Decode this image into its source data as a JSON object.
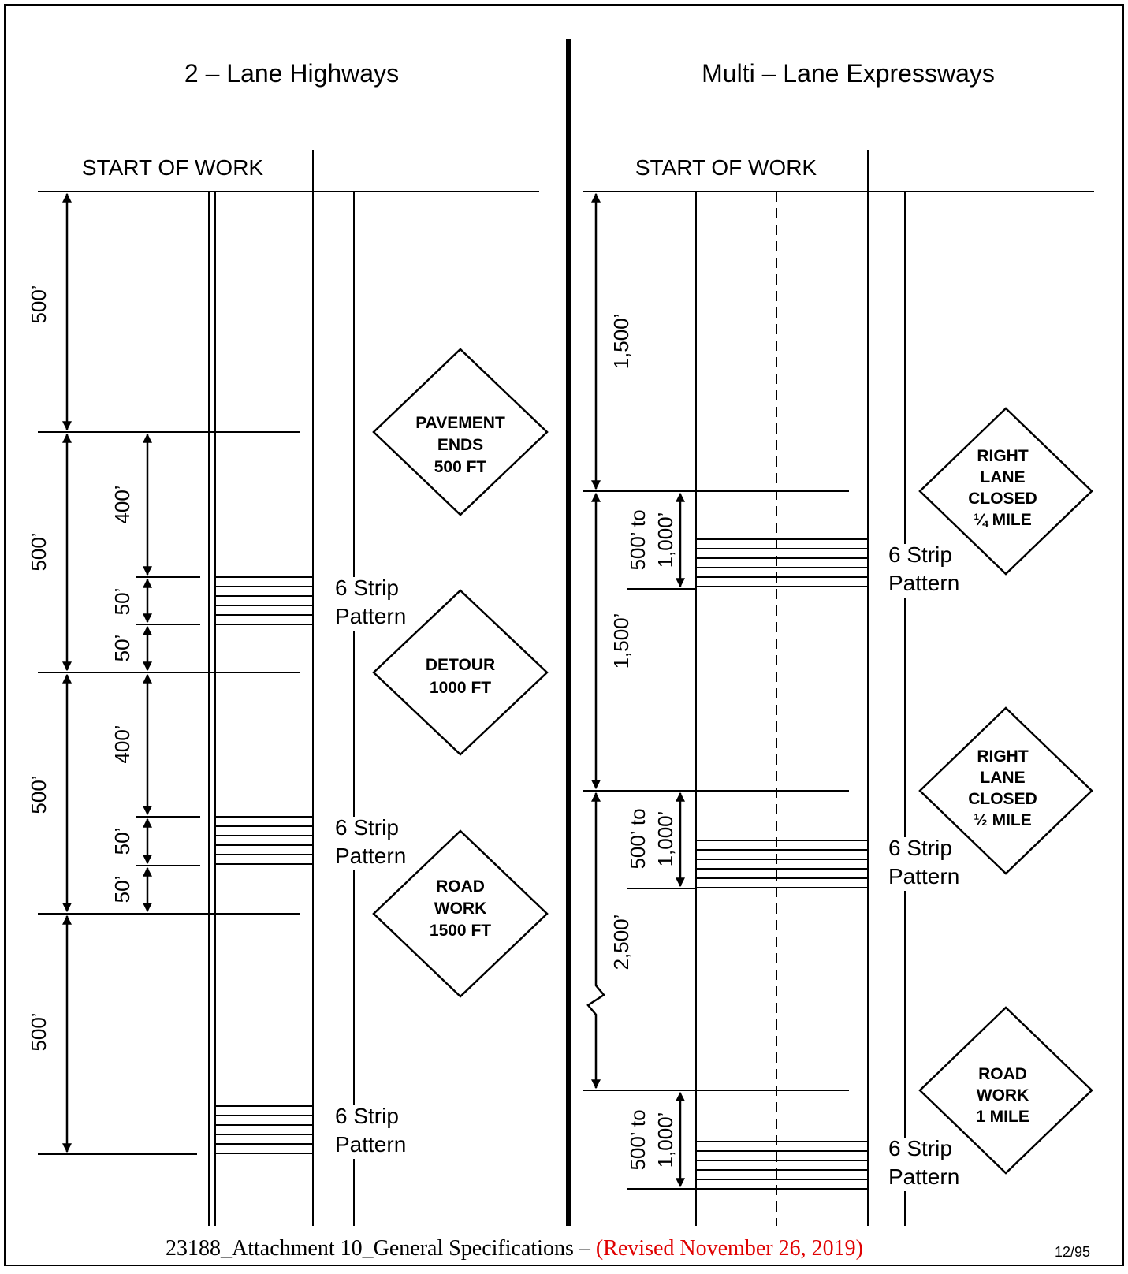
{
  "left_panel": {
    "title": "2 – Lane Highways",
    "start_label": "START OF WORK",
    "spacing": [
      "500’",
      "500’",
      "500’",
      "500’"
    ],
    "gaps": [
      "400’",
      "50’",
      "50’",
      "400’",
      "50’",
      "50’"
    ],
    "strip_labels": [
      {
        "line1": "6 Strip",
        "line2": "Pattern"
      },
      {
        "line1": "6 Strip",
        "line2": "Pattern"
      },
      {
        "line1": "6 Strip",
        "line2": "Pattern"
      }
    ],
    "signs": [
      {
        "lines": [
          "PAVEMENT",
          "ENDS",
          "500 FT"
        ]
      },
      {
        "lines": [
          "DETOUR",
          "1000 FT"
        ]
      },
      {
        "lines": [
          "ROAD",
          "WORK",
          "1500 FT"
        ]
      }
    ]
  },
  "right_panel": {
    "title": "Multi  – Lane Expressways",
    "start_label": "START OF WORK",
    "spacing": [
      "1,500’",
      "1,500’",
      "2,500’"
    ],
    "strip_gaps": [
      {
        "line1": "500’ to",
        "line2": "1,000’"
      },
      {
        "line1": "500’ to",
        "line2": "1,000’"
      },
      {
        "line1": "500’ to",
        "line2": "1,000’"
      }
    ],
    "strip_labels": [
      {
        "line1": "6 Strip",
        "line2": "Pattern"
      },
      {
        "line1": "6 Strip",
        "line2": "Pattern"
      },
      {
        "line1": "6 Strip",
        "line2": "Pattern"
      }
    ],
    "signs": [
      {
        "lines": [
          "RIGHT",
          "LANE",
          "CLOSED",
          "¼ MILE"
        ]
      },
      {
        "lines": [
          "RIGHT",
          "LANE",
          "CLOSED",
          "½ MILE"
        ]
      },
      {
        "lines": [
          "ROAD",
          "WORK",
          "1 MILE"
        ]
      }
    ]
  },
  "footer": {
    "doc_name": "23188_Attachment 10_General Specifications – ",
    "revision": "(Revised November 26, 2019)",
    "page": "12/95"
  },
  "colors": {
    "ink": "#000000",
    "revision": "#e00000",
    "background": "#ffffff"
  }
}
